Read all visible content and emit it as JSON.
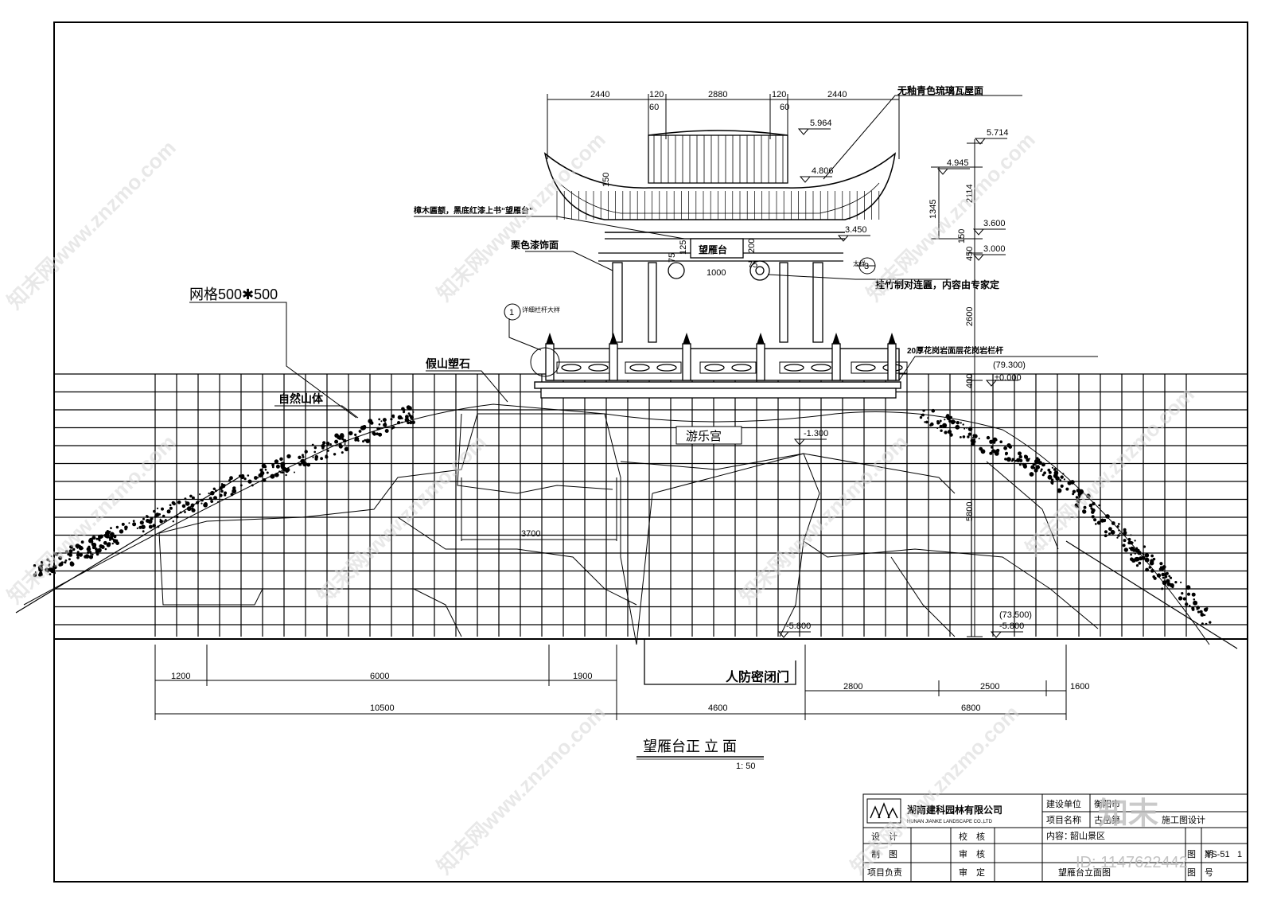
{
  "labels": {
    "roof_material": "无釉青色琉璃瓦屋面",
    "signboard_note": "樟木匾额，黑底红漆上书“望雁台”",
    "signboard_text": "望雁台",
    "lacquer_note": "栗色漆饰面",
    "lantern_note": "挂竹制对连匾，内容由专家定",
    "railing_note": "20厚花岗岩面层花岗岩栏杆",
    "grid_note": "网格500✱500",
    "rockery": "假山塑石",
    "natural_hill": "自然山体",
    "cave_sign": "游乐宫",
    "civil_door": "人防密闭门",
    "detail_ref_left": "详细栏杆大样",
    "detail_ref_right": "大样",
    "detail_num_1": "1",
    "detail_num_3": "3"
  },
  "elevations": {
    "e1": "5.964",
    "e2": "5.714",
    "e3": "4.945",
    "e4": "4.806",
    "e5": "3.600",
    "e6": "3.450",
    "e7": "3.000",
    "e8": "(79.300)",
    "e9": "±0.000",
    "e10": "-1.300",
    "e11": "-5.800",
    "e12": "(73.500)",
    "e13": "-5.800"
  },
  "dims_top": [
    "2440",
    "120",
    "2880",
    "120",
    "2440"
  ],
  "dims_top_small": [
    "60",
    "60"
  ],
  "dims_pavilion": {
    "d150": "150",
    "d75": "75",
    "d125": "125",
    "d200": "200",
    "d1000": "1000",
    "d75b": "75"
  },
  "dims_right_v": [
    "2114",
    "1345",
    "150",
    "450",
    "2600",
    "400",
    "5800"
  ],
  "dims_bottom_row1": [
    "1200",
    "6000",
    "1900",
    "2800",
    "2500",
    "1600"
  ],
  "dims_bottom_row2": [
    "10500",
    "4600",
    "6800"
  ],
  "dim_inner": "3700",
  "title": "望雁台正 立 面",
  "scale": "1: 50",
  "title_block": {
    "company": "湖南建科园林有限公司",
    "company_en": "HUNAN JIANKE LANDSCAPE CO.,LTD",
    "client_label": "建设单位",
    "client_value": "衡阳市",
    "project_label": "项目名称",
    "project_value": "古岳第",
    "design_phase": "施工图设计",
    "content_label": "内容：",
    "content_value": "韶山景区",
    "row_design": "设　计",
    "row_draw": "制　图",
    "row_lead": "项目负责",
    "row_check": "校　核",
    "row_review": "审　核",
    "row_approve": "审　定",
    "drawing_name": "望雁台立面图",
    "date_label": "图　期",
    "no_label": "图　号",
    "no_value": "YS-51",
    "sheet_no": "1"
  },
  "watermark": {
    "site": "知末网www.znzmo.com",
    "logo": "知末",
    "id": "ID: 1147622442"
  }
}
